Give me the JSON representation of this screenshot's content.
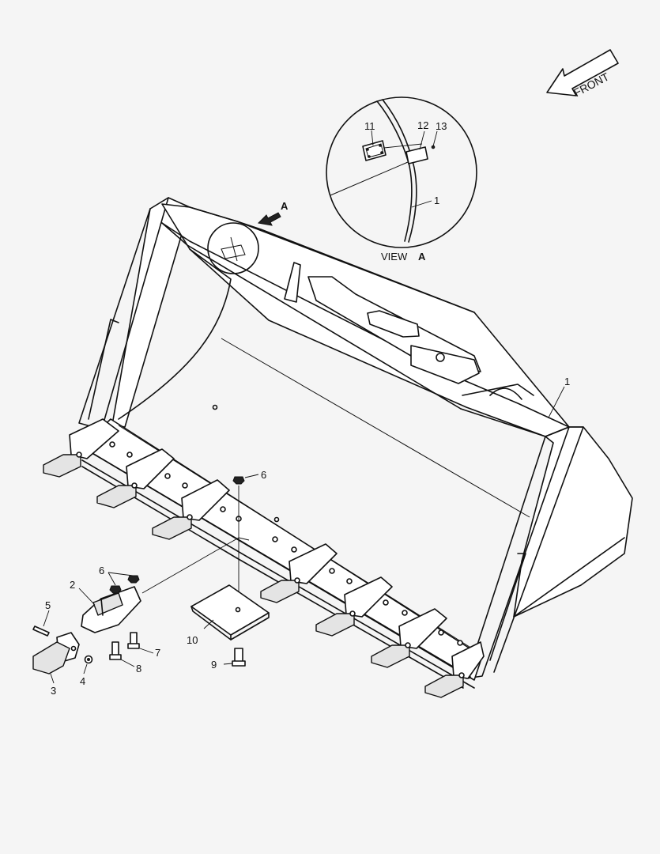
{
  "diagram": {
    "front_label": "FRONT",
    "view_label": "VIEW",
    "view_letter": "A",
    "arrow_letter": "A",
    "callouts": {
      "c1_top": "1",
      "c1_main": "1",
      "c2": "2",
      "c3": "3",
      "c4": "4",
      "c5": "5",
      "c6_top": "6",
      "c6_side": "6",
      "c7": "7",
      "c8": "8",
      "c9": "9",
      "c10": "10",
      "c11": "11",
      "c12": "12",
      "c13": "13"
    }
  }
}
